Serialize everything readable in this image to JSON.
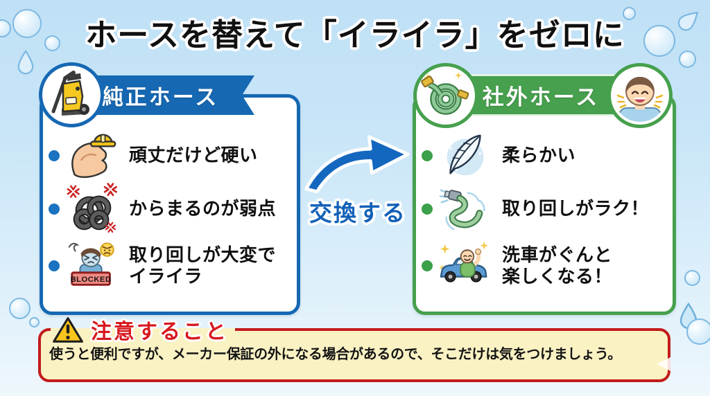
{
  "title": "ホースを替えて「イライラ」をゼロに",
  "arrow_label": "交換する",
  "left_card": {
    "header": "純正ホース",
    "items": [
      {
        "icon": "muscle-hardhat-icon",
        "text": "頑丈だけど硬い"
      },
      {
        "icon": "tangled-hose-icon",
        "text": "からまるのが弱点"
      },
      {
        "icon": "blocked-person-icon",
        "text": "取り回しが大変で\nイライラ",
        "sign": "BLOCKED"
      }
    ]
  },
  "right_card": {
    "header": "社外ホース",
    "items": [
      {
        "icon": "feather-icon",
        "text": "柔らかい"
      },
      {
        "icon": "flexible-hose-icon",
        "text": "取り回しがラク！"
      },
      {
        "icon": "car-wash-joy-icon",
        "text": "洗車がぐんと\n楽しくなる！"
      }
    ]
  },
  "warning": {
    "title": "注意すること",
    "body": "使うと便利ですが、メーカー保証の外になる場合があるので、そこだけは気をつけましょう。"
  },
  "colors": {
    "accent_blue": "#1668b3",
    "accent_green": "#46a04d",
    "arrow_blue": "#1467bf",
    "warning_red": "#c21b1b",
    "warning_bg": "#fbf2c4",
    "background_top": "#bfe0f5",
    "background_bottom": "#eef7fc"
  }
}
